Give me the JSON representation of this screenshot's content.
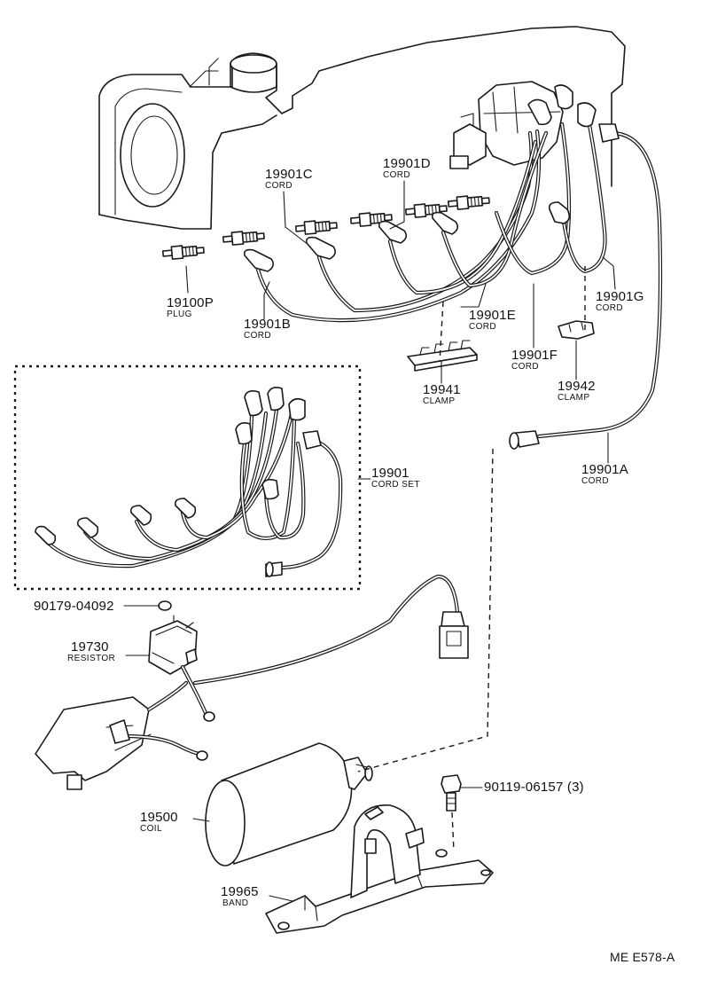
{
  "parts": [
    {
      "key": "p19100P",
      "number": "19100P",
      "name": "PLUG"
    },
    {
      "key": "p19901B",
      "number": "19901B",
      "name": "CORD"
    },
    {
      "key": "p19901C",
      "number": "19901C",
      "name": "CORD"
    },
    {
      "key": "p19901D",
      "number": "19901D",
      "name": "CORD"
    },
    {
      "key": "p19901E",
      "number": "19901E",
      "name": "CORD"
    },
    {
      "key": "p19901F",
      "number": "19901F",
      "name": "CORD"
    },
    {
      "key": "p19901G",
      "number": "19901G",
      "name": "CORD"
    },
    {
      "key": "p19941",
      "number": "19941",
      "name": "CLAMP"
    },
    {
      "key": "p19942",
      "number": "19942",
      "name": "CLAMP"
    },
    {
      "key": "p19901",
      "number": "19901",
      "name": "CORD SET"
    },
    {
      "key": "p19901A",
      "number": "19901A",
      "name": "CORD"
    },
    {
      "key": "p90179",
      "number": "90179-04092",
      "name": ""
    },
    {
      "key": "p19730",
      "number": "19730",
      "name": "RESISTOR"
    },
    {
      "key": "p90119",
      "number": "90119-06157 (3)",
      "name": ""
    },
    {
      "key": "p19500",
      "number": "19500",
      "name": "COIL"
    },
    {
      "key": "p19965",
      "number": "19965",
      "name": "BAND"
    }
  ],
  "drawing_code": "ME E578-A"
}
